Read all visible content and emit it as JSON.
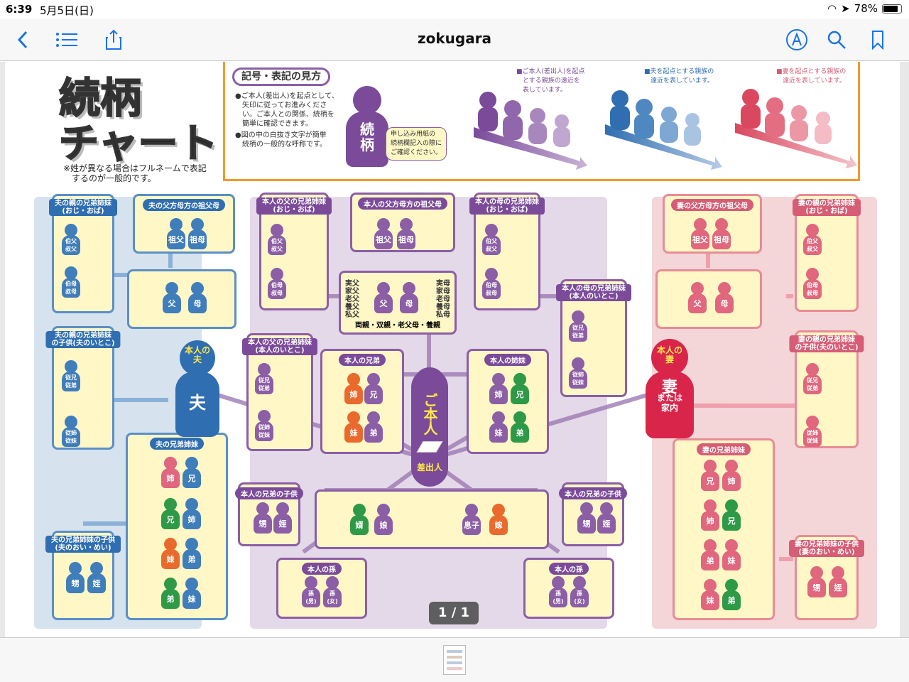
{
  "status": {
    "time": "6:39",
    "date": "5月5日(日)",
    "battery": "78%"
  },
  "nav": {
    "title": "zokugara"
  },
  "page_indicator": "1 / 1",
  "chart": {
    "title_line1": "続柄",
    "title_line2": "チャート",
    "note": "※姓が異なる場合はフルネームで表記\n　するのが一般的です。",
    "legend": {
      "heading": "記号・表記の見方",
      "text1": "●ご本人(差出人)を起点として、\n　矢印に従ってお進みくださ\n　い。ご本人との関係、続柄を\n　簡単に確認できます。",
      "text2": "●図の中の白抜き文字が簡単\n　続柄の一般的な呼称です。",
      "figure": "続\n柄",
      "bubble": "申し込み用紙の\n続柄欄記入の際に\nご確認ください。",
      "purple": "■ご本人(差出人)を起点\n　とする親族の遠近を\n　表しています。",
      "blue": "■夫を起点とする親族の\n　遠近を表しています。",
      "red": "■妻を起点とする親族の\n　遠近を表しています。"
    },
    "hub_honnin": "ご本人",
    "hub_sashidashi": "差出人",
    "hub_otto_top": "本人の\n夫",
    "hub_otto": "夫",
    "hub_tsuma_top": "本人の\n妻",
    "hub_tsuma": "妻",
    "hub_tsuma_sub": "または\n家内",
    "boxes": {
      "otto_oji": "夫の親の兄弟姉妹\n(おじ・おば)",
      "otto_sofu": "夫の父方母方の祖父母",
      "otto_itoko": "夫の親の兄弟姉妹\nの子供(夫のいとこ)",
      "otto_kyodai": "夫の兄弟姉妹",
      "otto_oi": "夫の兄弟姉妹の子供\n(夫のおい・めい)",
      "hon_chichi_oji": "本人の父の兄弟姉妹\n(おじ・おば)",
      "hon_sofu": "本人の父方母方の祖父母",
      "hon_haha_oji": "本人の母の兄弟姉妹\n(おじ・おば)",
      "hon_chichi_itoko": "本人の父の兄弟姉妹\n(本人のいとこ)",
      "hon_haha_itoko": "本人の母の兄弟姉妹\n(本人のいとこ)",
      "hon_kyodai": "本人の兄弟",
      "hon_shimai": "本人の姉妹",
      "hon_kyodai_ko1": "本人の兄弟の子供",
      "hon_kyodai_ko2": "本人の兄弟の子供",
      "hon_mago1": "本人の孫",
      "hon_mago2": "本人の孫",
      "tsuma_sofu": "妻の父方母方の祖父母",
      "tsuma_oji": "妻の親の兄弟姉妹\n(おじ・おば)",
      "tsuma_itoko": "妻の親の兄弟姉妹\nの子供(夫のいとこ)",
      "tsuma_kyodai": "妻の兄弟姉妹",
      "tsuma_oi": "妻の兄弟姉妹の子供\n(妻のおい・めい)"
    },
    "parents_label": "両親・双親・老父母・養親",
    "parents_left": "実父\n家父\n老父\n養父\n私父",
    "parents_right": "実母\n家母\n老母\n養母\n私母",
    "fig": {
      "chichi": "父",
      "haha": "母",
      "sofu": "祖父",
      "sobo": "祖母",
      "ani": "兄",
      "ane": "姉",
      "otouto": "弟",
      "imouto": "妹",
      "musuko": "息子",
      "musume": "娘",
      "muko": "婿",
      "yome": "嫁",
      "mago_m": "孫\n(男)",
      "mago_f": "孫\n(女)",
      "oi": "甥",
      "mei": "姪",
      "ojishu": "伯父\n叔父",
      "obashu": "伯母\n叔母",
      "juukei": "従兄\n従弟",
      "juushi": "従姉\n従妹"
    }
  }
}
